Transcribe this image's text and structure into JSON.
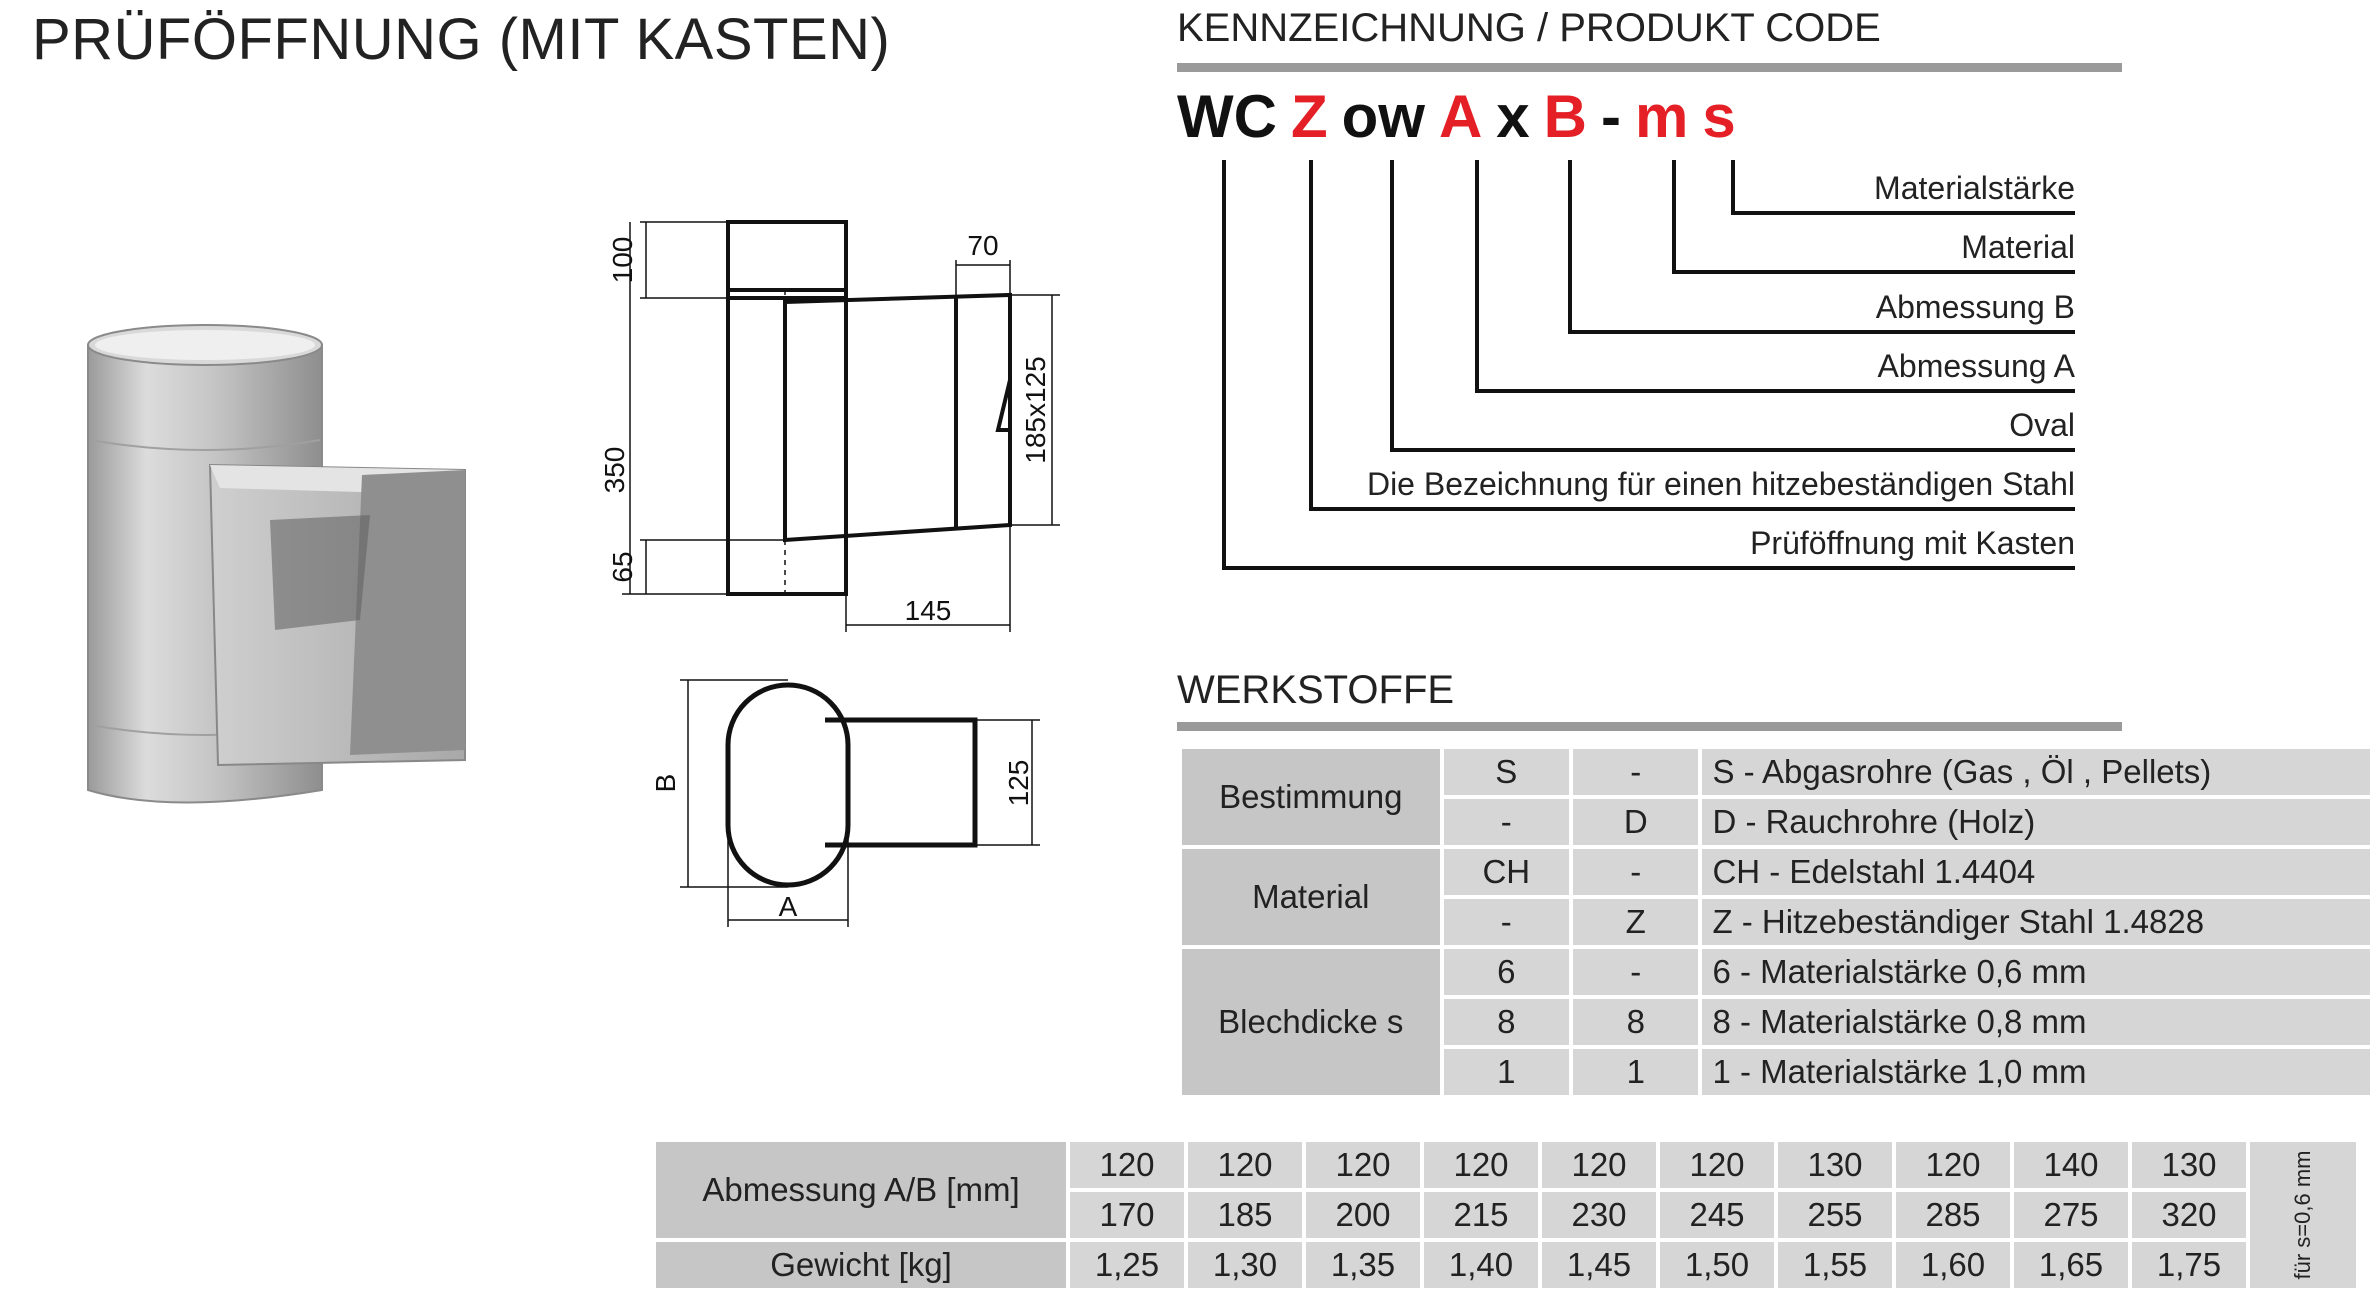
{
  "title": "PRÜFÖFFNUNG (MIT KASTEN)",
  "code_section": {
    "heading": "KENNZEICHNUNG /  PRODUKT CODE",
    "code_parts": [
      {
        "text": "WC",
        "color": "#111111"
      },
      {
        "text": "Z",
        "color": "#e41f26"
      },
      {
        "text": "ow",
        "color": "#111111"
      },
      {
        "text": "A",
        "color": "#e41f26"
      },
      {
        "text": "x",
        "color": "#111111"
      },
      {
        "text": "B",
        "color": "#e41f26"
      },
      {
        "text": "-",
        "color": "#111111"
      },
      {
        "text": "m",
        "color": "#e41f26"
      },
      {
        "text": "s",
        "color": "#e41f26"
      }
    ],
    "legend": [
      "Materialstärke",
      "Material",
      "Abmessung B",
      "Abmessung A",
      "Oval",
      "Die Bezeichnung für einen hitzebeständigen Stahl",
      "Prüföffnung mit Kasten"
    ]
  },
  "drawing": {
    "side_view": {
      "dim_100": "100",
      "dim_70": "70",
      "dim_350": "350",
      "dim_185x125": "185x125",
      "dim_65": "65",
      "dim_145": "145"
    },
    "top_view": {
      "dim_B": "B",
      "dim_125": "125",
      "dim_A": "A"
    }
  },
  "werkstoffe": {
    "heading": "WERKSTOFFE",
    "groups": [
      {
        "category": "Bestimmung",
        "rows": [
          {
            "c1": "S",
            "c2": "-",
            "desc": "S - Abgasrohre (Gas , Öl , Pellets)"
          },
          {
            "c1": "-",
            "c2": "D",
            "desc": "D - Rauchrohre (Holz)"
          }
        ]
      },
      {
        "category": "Material",
        "rows": [
          {
            "c1": "CH",
            "c2": "-",
            "desc": "CH - Edelstahl 1.4404"
          },
          {
            "c1": "-",
            "c2": "Z",
            "desc": "Z - Hitzebeständiger Stahl 1.4828"
          }
        ]
      },
      {
        "category": "Blechdicke s",
        "rows": [
          {
            "c1": "6",
            "c2": "-",
            "desc": "6 - Materialstärke 0,6 mm"
          },
          {
            "c1": "8",
            "c2": "8",
            "desc": "8 - Materialstärke 0,8 mm"
          },
          {
            "c1": "1",
            "c2": "1",
            "desc": "1 - Materialstärke 1,0 mm"
          }
        ]
      }
    ]
  },
  "dimensions_table": {
    "label_dims": "Abmessung A/B [mm]",
    "label_weight": "Gewicht [kg]",
    "a_values": [
      "120",
      "120",
      "120",
      "120",
      "120",
      "120",
      "130",
      "120",
      "140",
      "130"
    ],
    "b_values": [
      "170",
      "185",
      "200",
      "215",
      "230",
      "245",
      "255",
      "285",
      "275",
      "320"
    ],
    "weights": [
      "1,25",
      "1,30",
      "1,35",
      "1,40",
      "1,45",
      "1,50",
      "1,55",
      "1,60",
      "1,65",
      "1,75"
    ],
    "note": "für s=0,6 mm"
  }
}
